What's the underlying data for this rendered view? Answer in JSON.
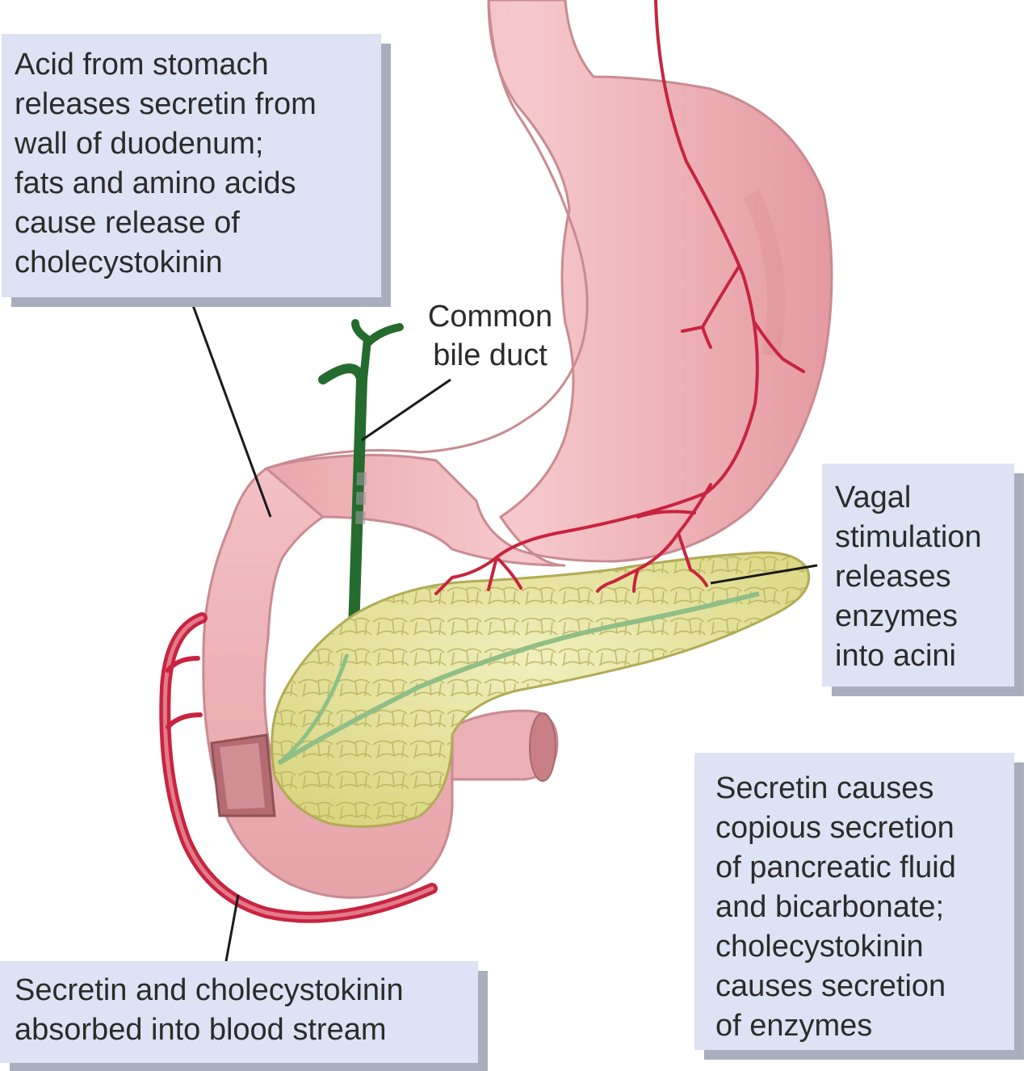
{
  "callouts": {
    "acid": [
      "Acid from stomach",
      "releases secretin from",
      "wall of duodenum;",
      "fats and amino acids",
      "cause release of",
      "cholecystokinin"
    ],
    "vagal": [
      "Vagal",
      "stimulation",
      "releases",
      "enzymes",
      "into acini"
    ],
    "secretin_effect": [
      "Secretin causes",
      "copious secretion",
      "of pancreatic fluid",
      "and bicarbonate;",
      "cholecystokinin",
      "causes secretion",
      "of enzymes"
    ],
    "absorbed": [
      "Secretin and cholecystokinin",
      "absorbed into blood stream"
    ]
  },
  "labels": {
    "bile_duct": [
      "Common",
      "bile duct"
    ]
  },
  "colors": {
    "stomach": "#f0b8bb",
    "pancreas": "#e8e4a0",
    "bile_duct": "#256b2e",
    "nerves_vessels": "#c8243f",
    "callout_bg": "#dde3f5"
  }
}
